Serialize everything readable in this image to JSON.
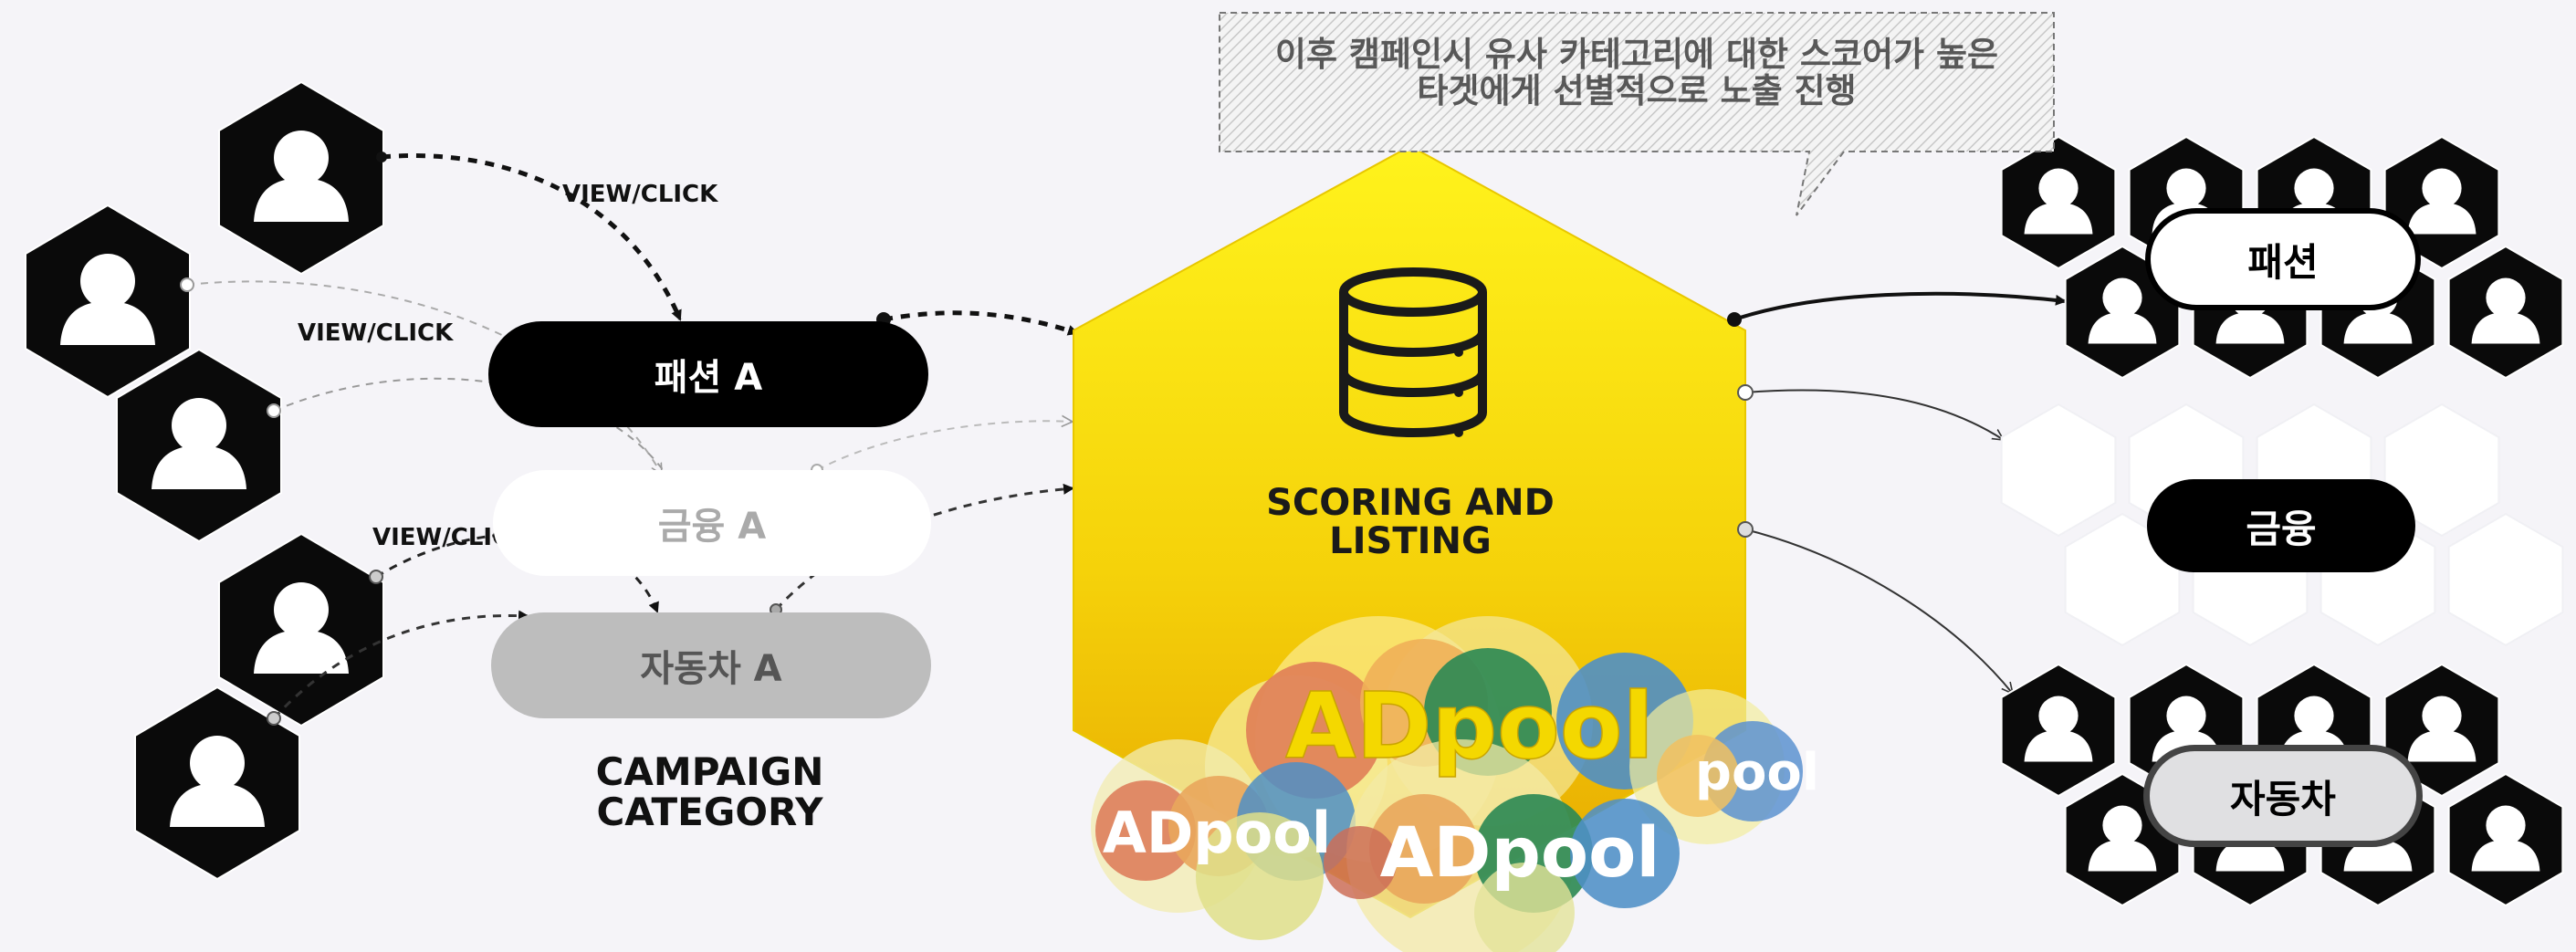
{
  "callout": {
    "line1": "이후 캠페인시 유사 카테고리에  대한  스코어가 높은",
    "line2": "타겟에게 선별적으로 노출 진행"
  },
  "edge_labels": {
    "view_click_1": "VIEW/CLICK",
    "view_click_2": "VIEW/CLICK",
    "view_click_3": "VIEW/CLICK"
  },
  "campaigns": {
    "fashion": "패션 A",
    "finance": "금융 A",
    "auto": "자동차 A",
    "caption_line1": "CAMPAIGN",
    "caption_line2": "CATEGORY"
  },
  "scoring": {
    "line1": "SCORING AND",
    "line2": "LISTING",
    "icon": "database-icon"
  },
  "adpool": {
    "big": "ADpool",
    "left": "ADpool",
    "bottom": "ADpool",
    "right": "pool"
  },
  "segments": {
    "fashion": "패션",
    "finance": "금융",
    "auto": "자동차"
  },
  "colors": {
    "yellow_top": "#fff01a",
    "yellow_bottom": "#e8a800",
    "black": "#0a0a0a",
    "gray_pill": "#bdbdbd",
    "segment_auto_bg": "#e0e0e2"
  }
}
